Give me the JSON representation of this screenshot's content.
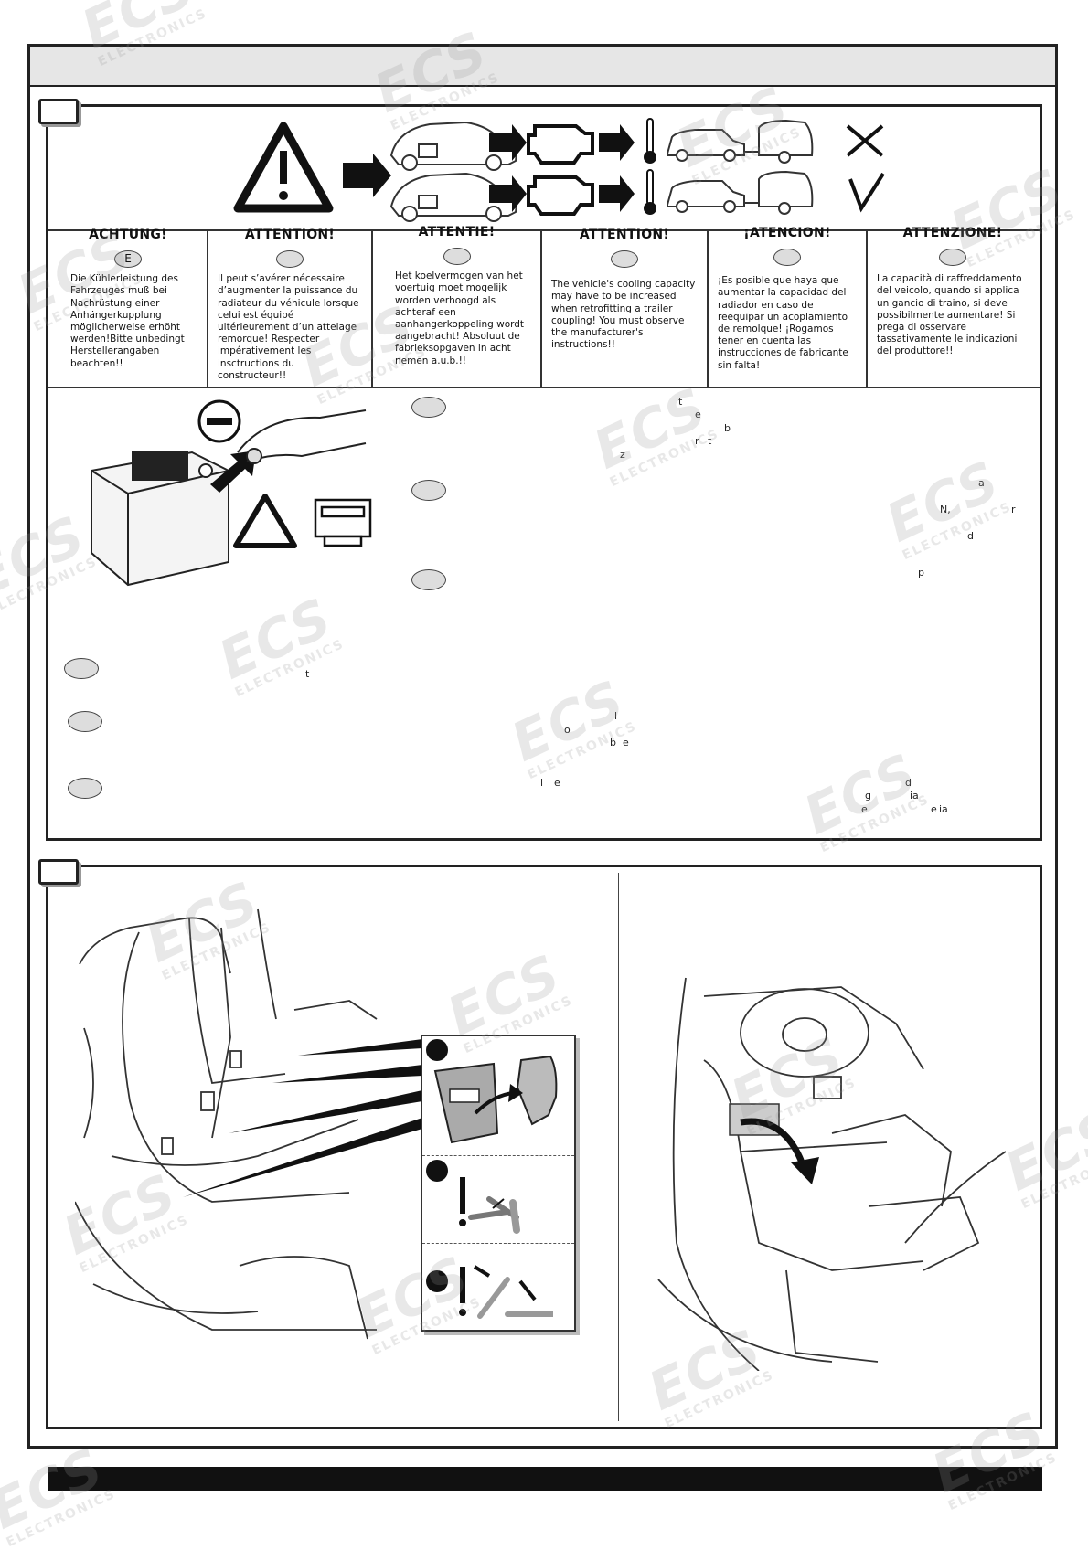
{
  "watermark": {
    "logo": "ECS",
    "sub": "ELECTRONICS"
  },
  "warnings": [
    {
      "heading": "ACHTUNG!",
      "marker": "E",
      "text": "Die Kühlerleistung des Fahrzeuges muß bei Nachrüstung einer Anhängerkupplung möglicherweise erhöht werden!Bitte unbedingt Herstellerangaben beachten!!"
    },
    {
      "heading": "ATTENTION!",
      "marker": "",
      "text": "Il peut s’avérer nécessaire d’augmenter la puissance du radiateur du véhicule lorsque celui est équipé ultérieurement d’un attelage remorque! Respecter impérativement les insctructions du constructeur!!"
    },
    {
      "heading": "ATTENTIE!",
      "marker": "",
      "text": "Het koelvermogen van het voertuig moet mogelijk worden verhoogd als achteraf een aanhangerkoppeling wordt aangebracht! Absoluut de fabrieksopgaven in acht nemen a.u.b.!!"
    },
    {
      "heading": "ATTENTION!",
      "marker": "",
      "text": "The vehicle's cooling capacity may have to be increased when retrofitting a trailer coupling! You must observe the manufacturer's instructions!!"
    },
    {
      "heading": "¡ATENCION!",
      "marker": "",
      "text": "¡Es posible que haya que aumentar la capacidad del radiador en caso de reequipar un acoplamiento de remolque! ¡Rogamos tener en cuenta las instrucciones de fabricante sin falta!"
    },
    {
      "heading": "ATTENZIONE!",
      "marker": "",
      "text": "La capacità di raffreddamento del veicolo, quando si applica un gancio di traino, si deve possibilmente aumentare! Si prega di osservare tassativamente le indicazioni del produttore!!"
    }
  ],
  "fragments": [
    "t",
    "e",
    "b",
    "r",
    "t",
    "z",
    "a",
    "N,",
    "r",
    "d",
    "p",
    "t",
    "l",
    "o",
    "b",
    "e",
    "l",
    "e",
    "g",
    "d",
    "ia",
    "e",
    "e",
    "ia"
  ]
}
